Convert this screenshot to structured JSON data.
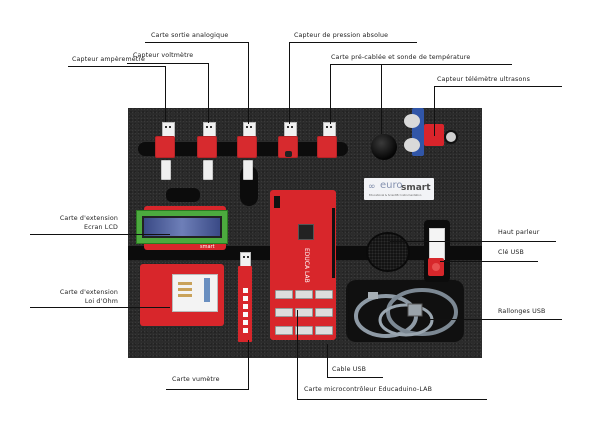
{
  "diagram": {
    "brand": {
      "name_part1": "euro",
      "name_part2": "smart",
      "tagline": "Educational & Scientific Instrumentation"
    },
    "board_text": {
      "educaduino": "EDUCA LAB",
      "shield_brand": "smart"
    },
    "labels": {
      "capteur_amperemetre": "Capteur ampèremètre",
      "capteur_voltmetre": "Capteur voltmètre",
      "carte_sortie_analogique": "Carte sortie analogique",
      "capteur_pression": "Capteur de pression absolue",
      "carte_precablee": "Carte pré-cablée et sonde de température",
      "capteur_telemetre": "Capteur télémètre ultrasons",
      "lcd_line1": "Carte d'extension",
      "lcd_line2": "Ecran LCD",
      "ohm_line1": "Carte d'extension",
      "ohm_line2": "Loi d'Ohm",
      "haut_parleur": "Haut parleur",
      "cle_usb": "Clé USB",
      "rallonges_usb": "Rallonges USB",
      "cable_usb": "Cable USB",
      "carte_vumetre": "Carte vumètre",
      "carte_microcontroleur": "Carte microcontrôleur Educaduino-LAB"
    }
  }
}
